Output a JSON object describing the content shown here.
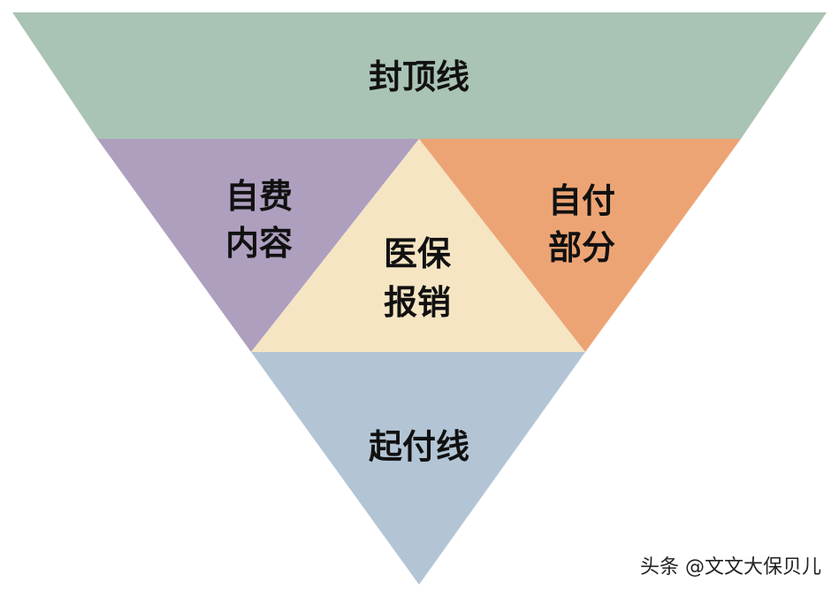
{
  "diagram": {
    "regions": {
      "top": {
        "label": "封顶线",
        "color": "#a9c3b4"
      },
      "left": {
        "line1": "自费",
        "line2": "内容",
        "color": "#ae9fbf"
      },
      "center": {
        "line1": "医保",
        "line2": "报销",
        "color": "#f5e5c3"
      },
      "right": {
        "line1": "自付",
        "line2": "部分",
        "color": "#eda474"
      },
      "bottom": {
        "label": "起付线",
        "color": "#b3c5d5"
      }
    }
  },
  "watermark": {
    "text": "头条 @文文大保贝儿"
  }
}
